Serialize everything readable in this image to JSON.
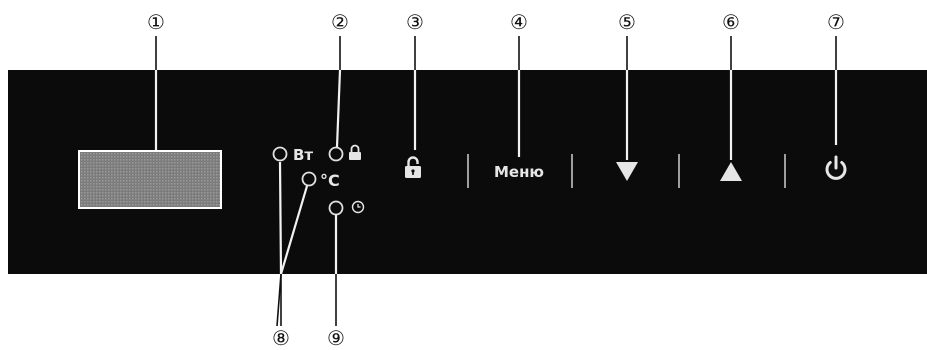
{
  "callouts": [
    "①",
    "②",
    "③",
    "④",
    "⑤",
    "⑥",
    "⑦",
    "⑧",
    "⑨"
  ],
  "panel": {
    "indicator_labels": {
      "watts": "Вт",
      "celsius": "°C"
    },
    "menu_label": "Меню"
  },
  "icons": {
    "display": "lcd-display-icon",
    "lock_indicator": "padlock-icon",
    "timer_indicator": "clock-icon",
    "lock_button": "unlock-icon",
    "down_button": "triangle-down-icon",
    "up_button": "triangle-up-icon",
    "power_button": "power-icon"
  },
  "colors": {
    "panel": "#0b0b0b",
    "panel_text": "#e6e6e6",
    "display_fill": "#7a7a7a",
    "display_border": "#ffffff"
  }
}
